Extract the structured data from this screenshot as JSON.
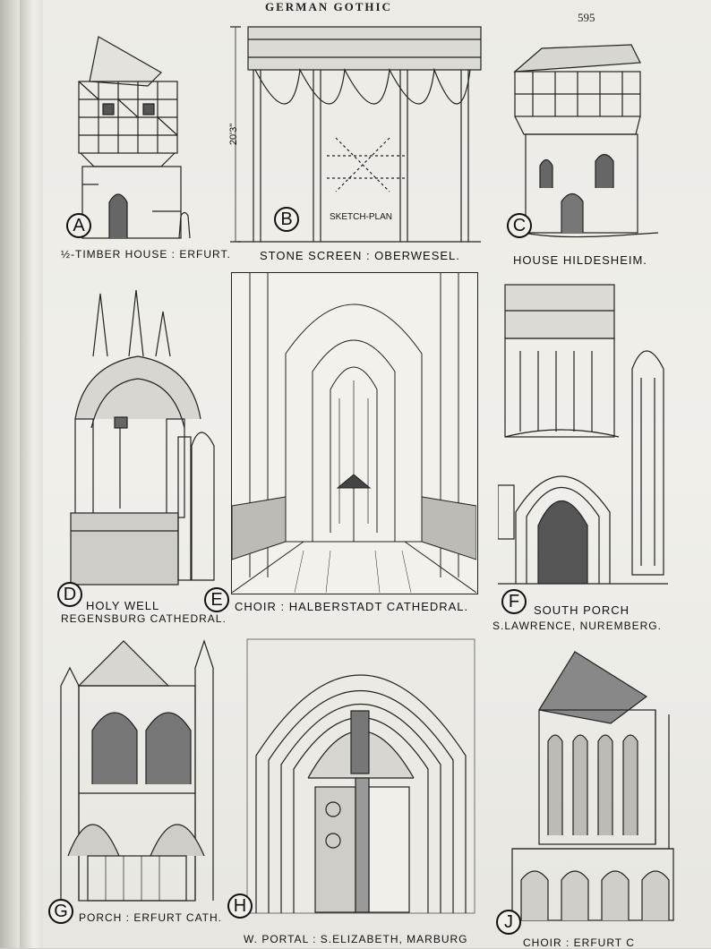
{
  "page": {
    "header": "GERMAN GOTHIC",
    "page_number": "595"
  },
  "plates": [
    {
      "letter": "A",
      "caption": "½-TIMBER HOUSE : ERFURT.",
      "icon": "timber-house-icon"
    },
    {
      "letter": "B",
      "caption": "STONE SCREEN : OBERWESEL.",
      "dimension": "20'3\"",
      "note": "SKETCH-PLAN",
      "icon": "stone-screen-icon"
    },
    {
      "letter": "C",
      "caption": "HOUSE  HILDESHEIM.",
      "icon": "house-icon"
    },
    {
      "letter": "D",
      "caption": "HOLY WELL",
      "caption2": "REGENSBURG CATHEDRAL.",
      "icon": "holy-well-icon"
    },
    {
      "letter": "E",
      "caption": "CHOIR : HALBERSTADT CATHEDRAL.",
      "icon": "choir-interior-icon"
    },
    {
      "letter": "F",
      "caption": "SOUTH PORCH",
      "caption2": "S.LAWRENCE, NUREMBERG.",
      "icon": "porch-icon"
    },
    {
      "letter": "G",
      "caption": "PORCH : ERFURT CATH.",
      "icon": "cathedral-porch-icon"
    },
    {
      "letter": "H",
      "caption": "W. PORTAL : S.ELIZABETH, MARBURG",
      "icon": "portal-icon"
    },
    {
      "letter": "J",
      "caption": "CHOIR : ERFURT C",
      "icon": "choir-exterior-icon"
    }
  ]
}
